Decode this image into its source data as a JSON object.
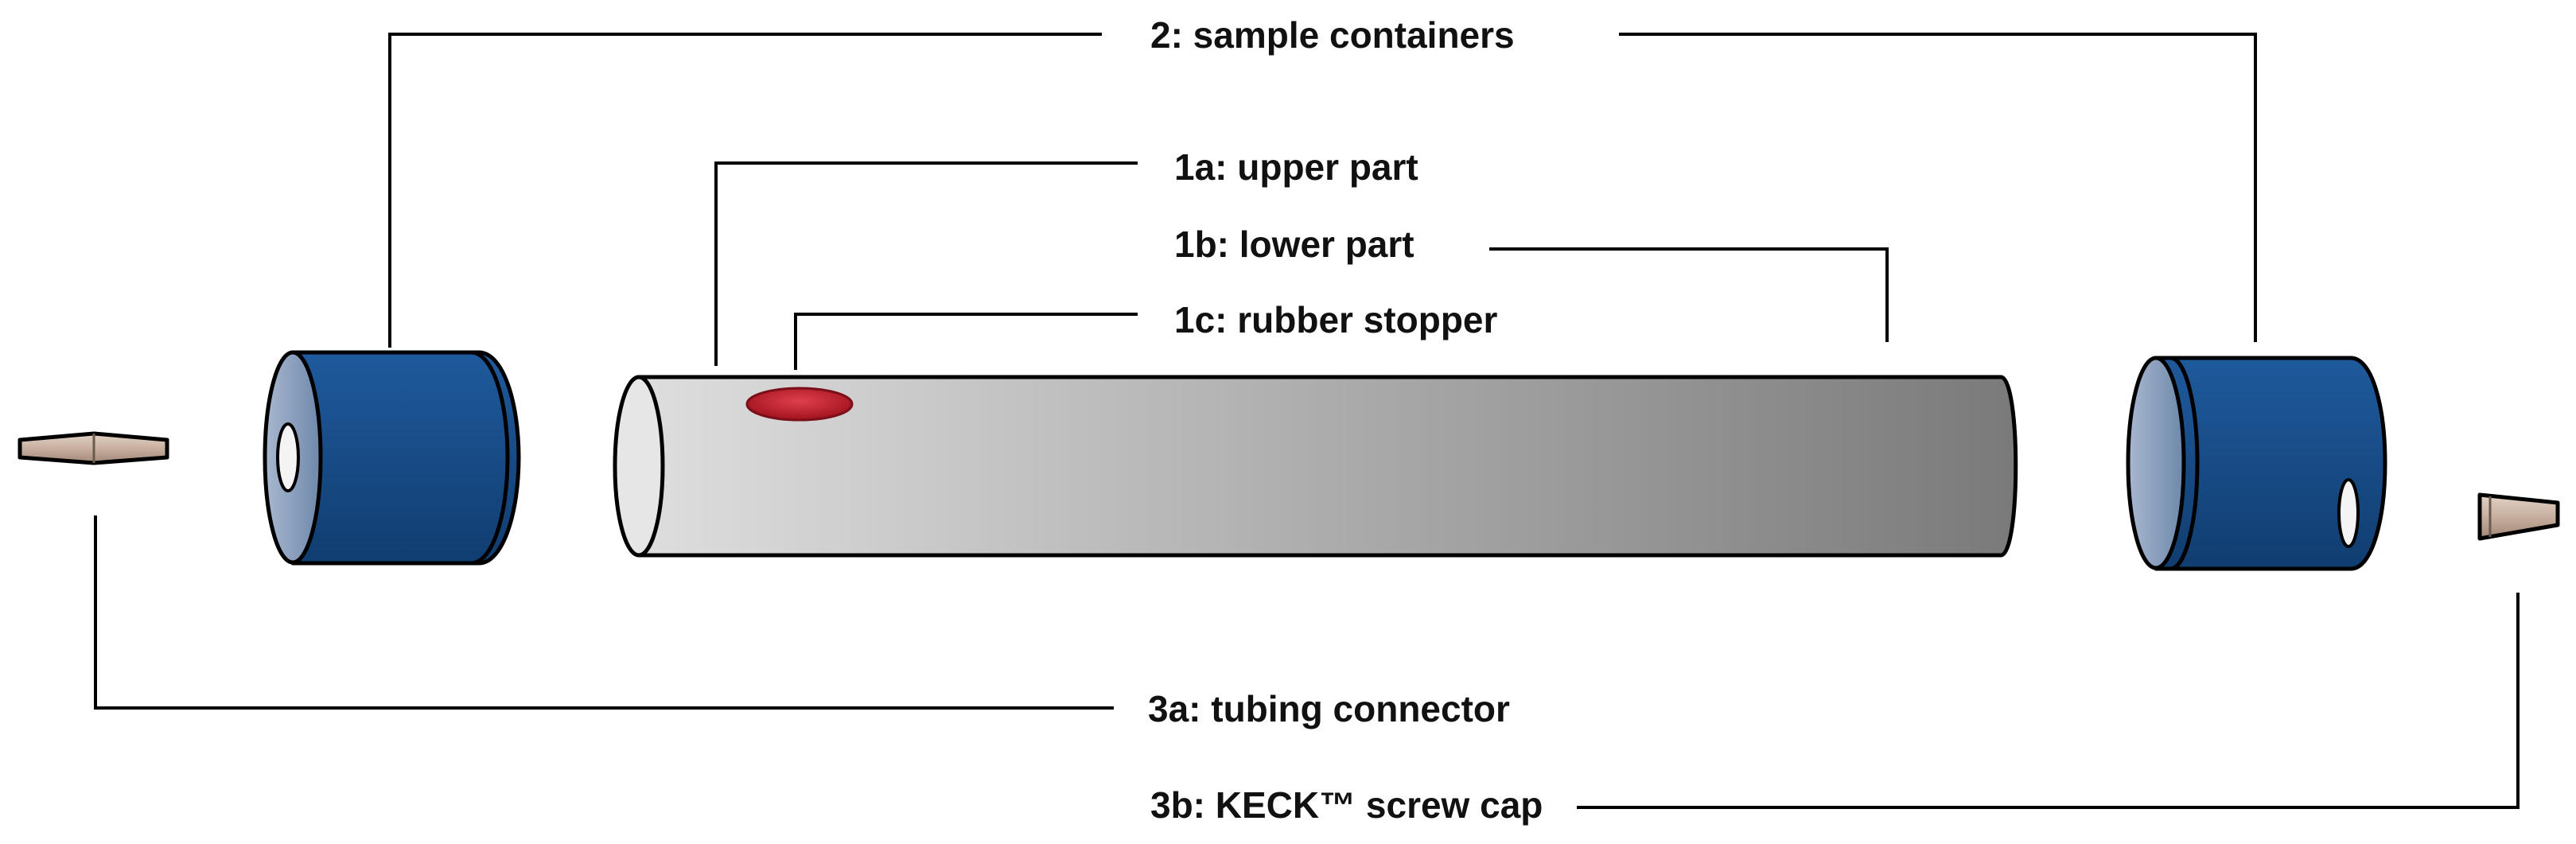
{
  "labels": {
    "sample_containers": "2: sample containers",
    "upper_part": "1a: upper part",
    "lower_part": "1b: lower part",
    "rubber_stopper": "1c: rubber stopper",
    "tubing_connector": "3a: tubing connector",
    "screw_cap": "3b: KECK™ screw cap"
  },
  "colors": {
    "container_blue": "#1a4f8f",
    "container_blue_dark": "#0e3766",
    "container_face": "#8fa6c4",
    "tube_light": "#dcdcdc",
    "tube_dark": "#7a7a7a",
    "stopper_red": "#c41e2c",
    "connector_tan": "#c8b09f"
  }
}
